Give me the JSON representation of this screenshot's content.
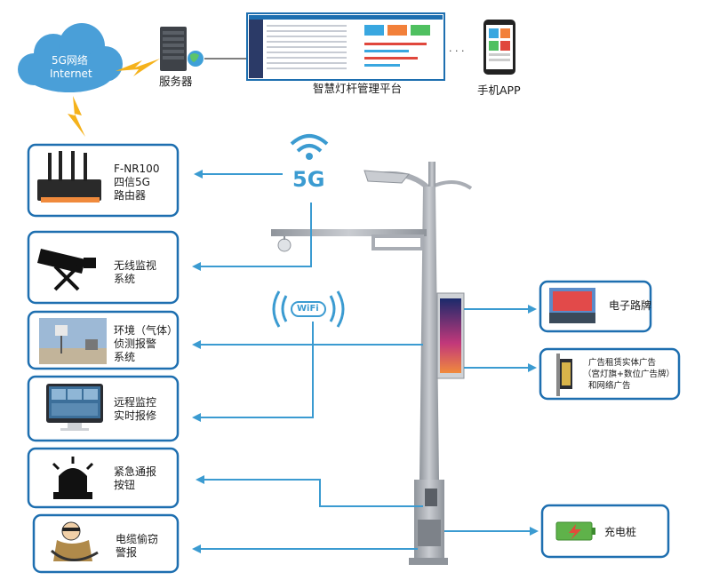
{
  "cloud": {
    "line1": "5G网络",
    "line2": "Internet"
  },
  "server": {
    "label": "服务器"
  },
  "platform": {
    "label": "智慧灯杆管理平台"
  },
  "mobile": {
    "label": "手机APP"
  },
  "ellipsis": "·  ·  ·",
  "signal_5g": "5G",
  "wifi_badge": "WiFi",
  "left_boxes": [
    {
      "lines": [
        "F-NR100",
        "四信5G",
        "路由器"
      ]
    },
    {
      "lines": [
        "无线监视",
        "系统"
      ]
    },
    {
      "lines": [
        "环境（气体）",
        "侦测报警",
        "系统"
      ]
    },
    {
      "lines": [
        "远程监控",
        "实时报修"
      ]
    },
    {
      "lines": [
        "紧急通报",
        "按钮"
      ]
    },
    {
      "lines": [
        "电缆偷窃",
        "警报"
      ]
    }
  ],
  "right_boxes": [
    {
      "lines": [
        "电子路牌"
      ]
    },
    {
      "lines": [
        "广告租赁实体广告",
        "（宫灯旗+数位广告牌）",
        "和网络广告"
      ]
    },
    {
      "lines": [
        "充电桩"
      ]
    }
  ],
  "colors": {
    "box_border": "#1e6fb0",
    "arrow": "#3b9bd1",
    "lightning": "#f5b21b",
    "cloud": "#4a9fd8",
    "pole": "#a9adb4"
  }
}
